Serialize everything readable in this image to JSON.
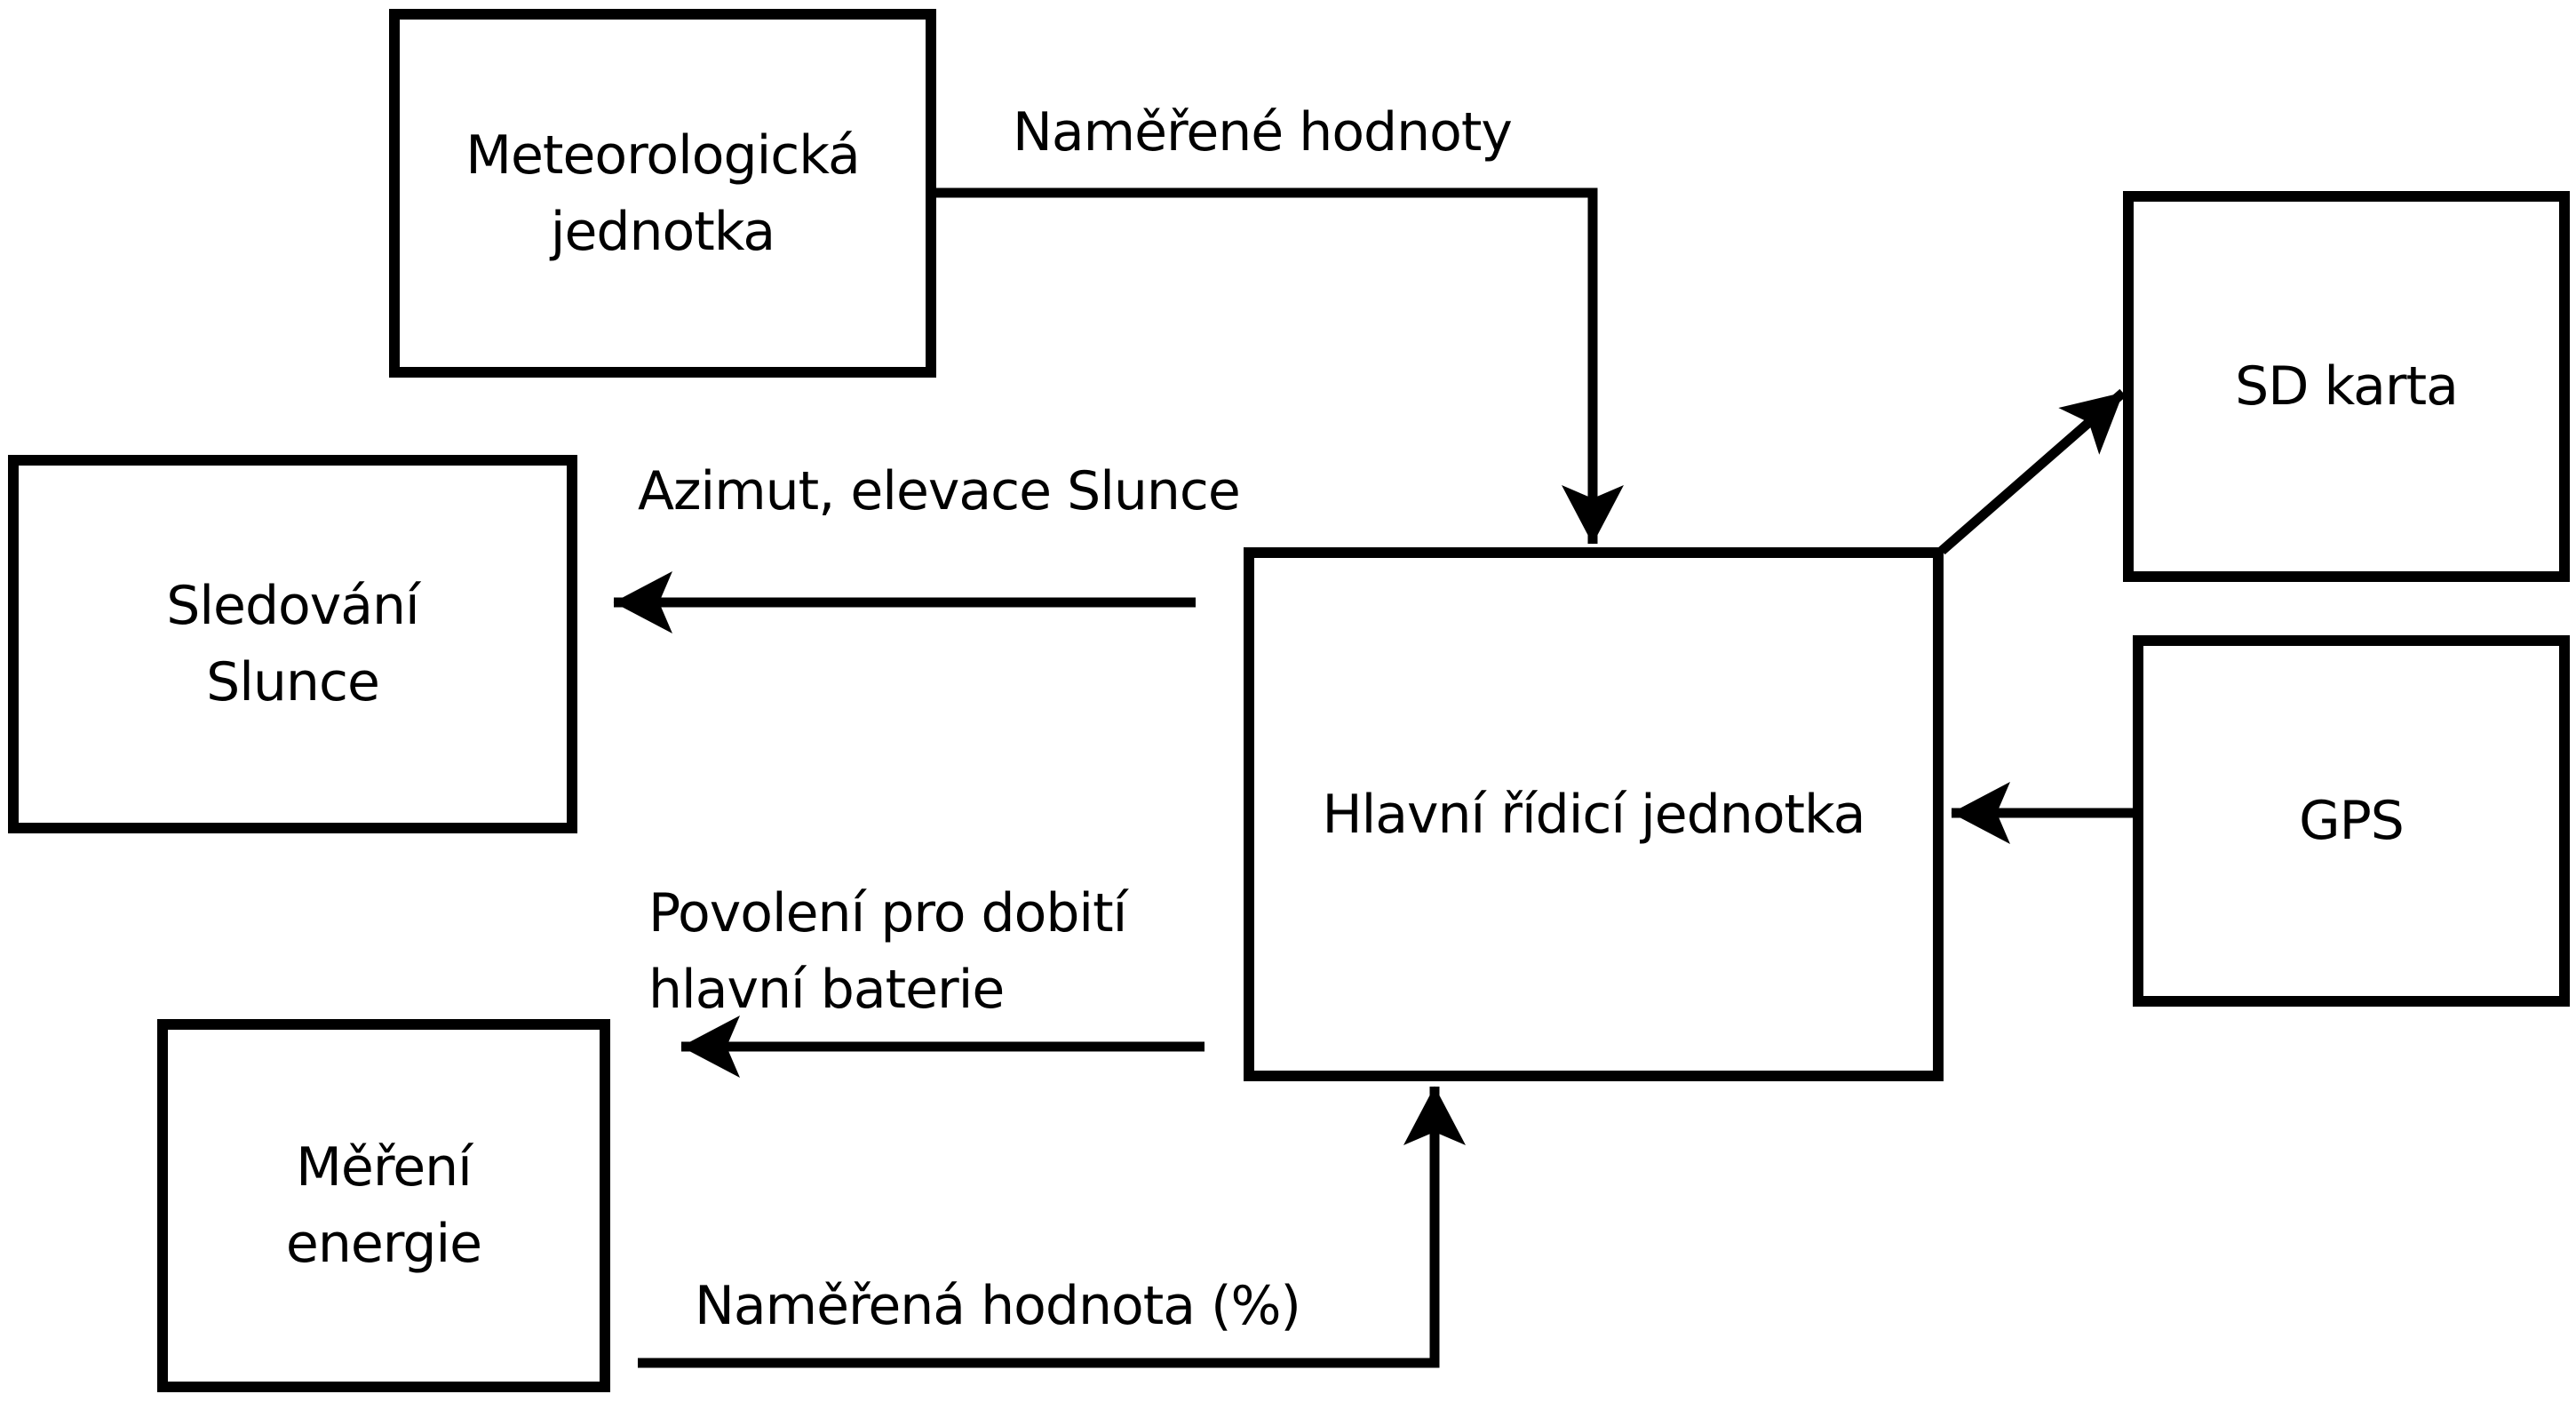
{
  "diagram": {
    "colors": {
      "background": "#ffffff",
      "stroke": "#000000",
      "text": "#000000"
    },
    "nodes": {
      "meteo_unit": {
        "label": "Meteorologická\njednotka"
      },
      "sd_card": {
        "label": "SD karta"
      },
      "sun_tracking": {
        "label": "Sledování\nSlunce"
      },
      "main_control_unit": {
        "label": "Hlavní řídicí jednotka"
      },
      "gps": {
        "label": "GPS"
      },
      "energy_measurement": {
        "label": "Měření\nenergie"
      }
    },
    "edges": {
      "measured_values": {
        "label": "Naměřené hodnoty",
        "from": "meteo_unit",
        "to": "main_control_unit"
      },
      "sd_write": {
        "label": "",
        "from": "main_control_unit",
        "to": "sd_card"
      },
      "gps_data": {
        "label": "",
        "from": "gps",
        "to": "main_control_unit"
      },
      "sun_position": {
        "label": "Azimut, elevace Slunce",
        "from": "main_control_unit",
        "to": "sun_tracking"
      },
      "charge_permission": {
        "label": "Povolení pro dobití\nhlavní baterie",
        "from": "main_control_unit",
        "to": "energy_measurement"
      },
      "measured_value_percent": {
        "label": "Naměřená hodnota (%)",
        "from": "energy_measurement",
        "to": "main_control_unit"
      }
    }
  }
}
